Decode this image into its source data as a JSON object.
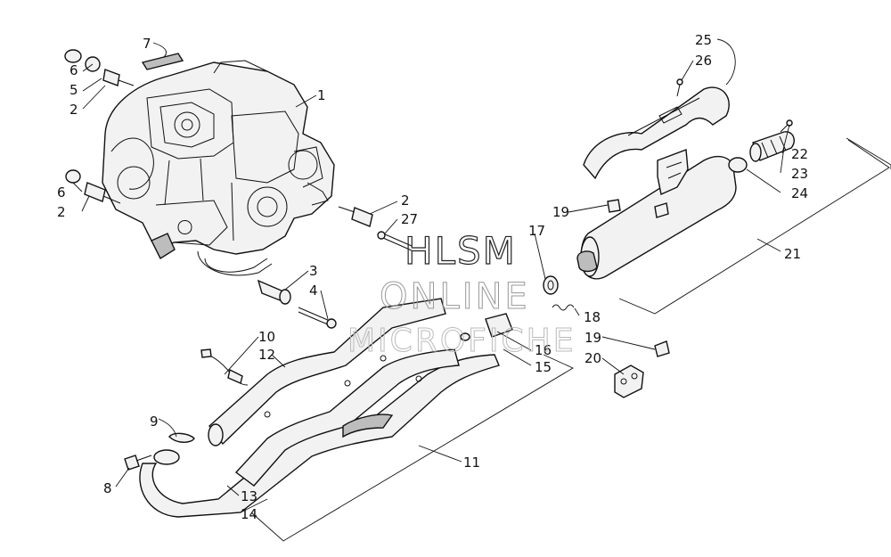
{
  "watermark": {
    "line1": "HLSM",
    "line2": "ONLINE",
    "line3": "MICROFICHE"
  },
  "callouts": {
    "c1": "1",
    "c2a": "2",
    "c2b": "2",
    "c2c": "2",
    "c3": "3",
    "c4": "4",
    "c5": "5",
    "c6a": "6",
    "c6b": "6",
    "c7": "7",
    "c8": "8",
    "c9": "9",
    "c10": "10",
    "c11": "11",
    "c12": "12",
    "c13": "13",
    "c14": "14",
    "c15": "15",
    "c16": "16",
    "c17": "17",
    "c18": "18",
    "c19a": "19",
    "c19b": "19",
    "c20": "20",
    "c21": "21",
    "c22": "22",
    "c23": "23",
    "c24": "24",
    "c25": "25",
    "c26": "26",
    "c27": "27"
  }
}
